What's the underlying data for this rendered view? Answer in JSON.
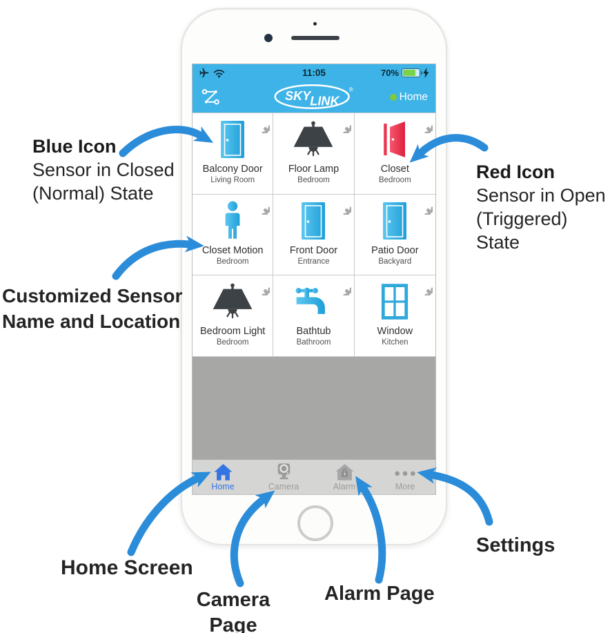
{
  "annotations": {
    "blue_icon": {
      "title": "Blue Icon",
      "line1": "Sensor in Closed",
      "line2": "(Normal) State"
    },
    "red_icon": {
      "title": "Red Icon",
      "line1": "Sensor in Open",
      "line2": "(Triggered) State"
    },
    "customized": {
      "line1": "Customized Sensor",
      "line2": "Name and Location"
    },
    "home_screen": "Home Screen",
    "camera_page": {
      "line1": "Camera",
      "line2": "Page"
    },
    "alarm_page": "Alarm Page",
    "settings": "Settings"
  },
  "phone": {
    "status_bar": {
      "time": "11:05",
      "battery_percent": "70%",
      "icons": [
        "airplane-icon",
        "wifi-icon",
        "battery-icon",
        "charging-bolt-icon"
      ]
    },
    "header": {
      "logo_sky": "SKY",
      "logo_link": "LINK",
      "logo_reg": "®",
      "location_label": "Home",
      "icons": [
        "zlink-icon",
        "green-status-dot"
      ]
    },
    "grid": {
      "tiles": [
        {
          "name": "Balcony Door",
          "location": "Living Room",
          "icon": "door-closed-icon",
          "state": "closed"
        },
        {
          "name": "Floor Lamp",
          "location": "Bedroom",
          "icon": "lamp-icon",
          "state": "off"
        },
        {
          "name": "Closet",
          "location": "Bedroom",
          "icon": "door-open-icon",
          "state": "open"
        },
        {
          "name": "Closet Motion",
          "location": "Bedroom",
          "icon": "person-icon",
          "state": "closed"
        },
        {
          "name": "Front Door",
          "location": "Entrance",
          "icon": "door-closed-icon",
          "state": "closed"
        },
        {
          "name": "Patio Door",
          "location": "Backyard",
          "icon": "door-closed-icon",
          "state": "closed"
        },
        {
          "name": "Bedroom Light",
          "location": "Bedroom",
          "icon": "lamp-icon",
          "state": "off"
        },
        {
          "name": "Bathtub",
          "location": "Bathroom",
          "icon": "faucet-icon",
          "state": "closed"
        },
        {
          "name": "Window",
          "location": "Kitchen",
          "icon": "window-icon",
          "state": "closed"
        }
      ]
    },
    "tabbar": {
      "tabs": [
        {
          "label": "Home",
          "icon": "home-tab-icon",
          "active": true
        },
        {
          "label": "Camera",
          "icon": "camera-tab-icon",
          "active": false
        },
        {
          "label": "Alarm",
          "icon": "alarm-tab-icon",
          "active": false
        },
        {
          "label": "More",
          "icon": "more-tab-icon",
          "active": false
        }
      ]
    }
  },
  "colors": {
    "app_cyan": "#3db3e8",
    "sensor_blue": "#2fa8dc",
    "alert_red": "#e8294a",
    "arrow_blue": "#2b8cd9",
    "active_tab_blue": "#3575e3",
    "battery_green": "#77d44c",
    "status_dot_green": "#7fc93d",
    "gear_gray": "#a9a9a9"
  }
}
